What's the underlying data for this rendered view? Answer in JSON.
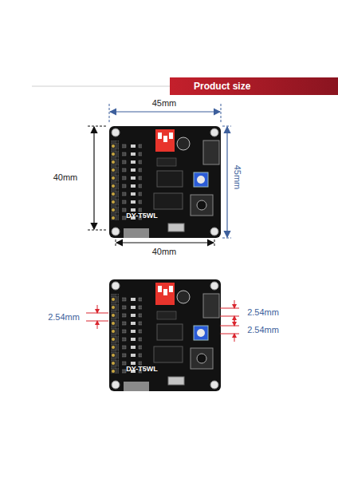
{
  "diagram": {
    "nodes": [
      {
        "text": [
          "Product size"
        ]
      }
    ],
    "labels": [
      "45mm",
      "40mm",
      "45mm",
      "40mm",
      "DY-T5WL",
      "2.54mm",
      "2.54mm",
      "2.54mm",
      "DY-T5WL"
    ]
  }
}
